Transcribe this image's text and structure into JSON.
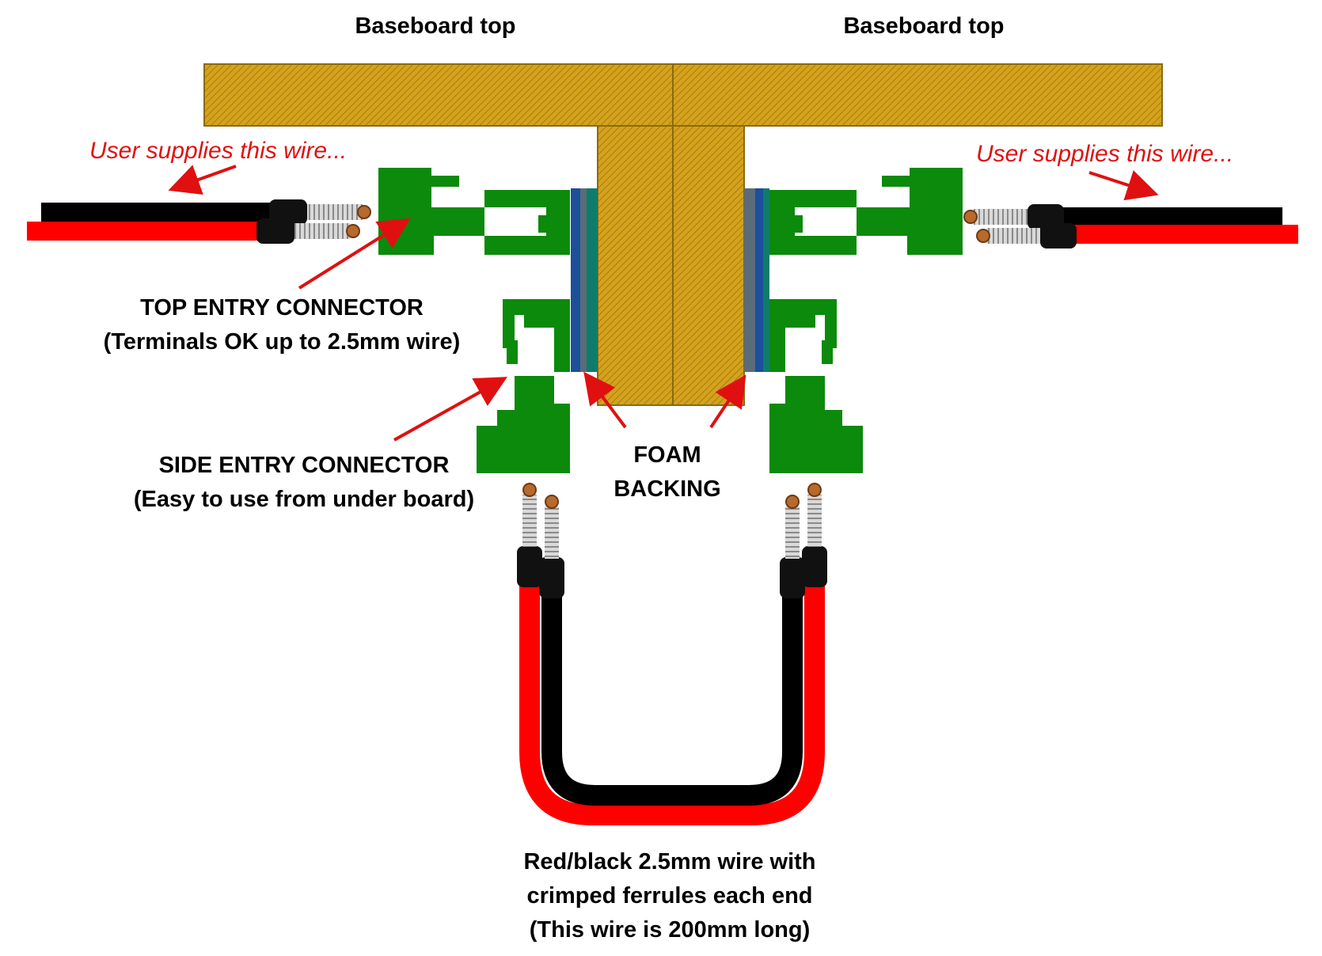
{
  "labels": {
    "baseboard_left": "Baseboard top",
    "baseboard_right": "Baseboard top",
    "user_wire_left": "User supplies this wire...",
    "user_wire_right": "User supplies this wire...",
    "top_entry_line1": "TOP ENTRY CONNECTOR",
    "top_entry_line2": "(Terminals OK up to  2.5mm wire)",
    "side_entry_line1": "SIDE ENTRY CONNECTOR",
    "side_entry_line2": "(Easy to use from under board)",
    "foam_line1": "FOAM",
    "foam_line2": "BACKING",
    "wire_line1": "Red/black 2.5mm wire with",
    "wire_line2": "crimped ferrules each end",
    "wire_line3": "(This wire is 200mm long)"
  },
  "colors": {
    "wood": "#d4a21c",
    "wood_edge": "#8a6a10",
    "connector": "#0b8a0b",
    "red_wire": "#ff0000",
    "black_wire": "#000000",
    "annotation": "#e01010",
    "foam": "#1c4f9c"
  }
}
